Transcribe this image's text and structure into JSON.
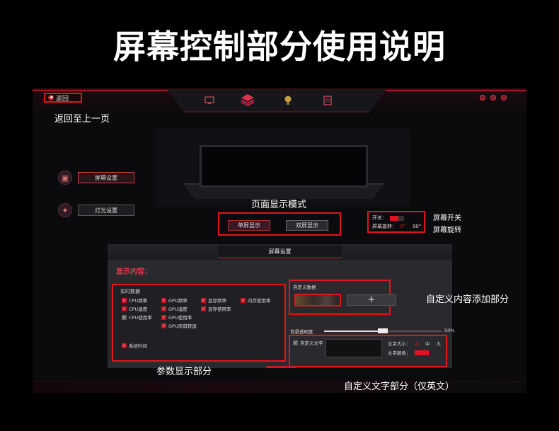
{
  "page": {
    "title": "屏幕控制部分使用说明"
  },
  "header": {
    "back_label": "返回",
    "nav_icons": [
      {
        "icon": "monitor-icon",
        "color": "#b04050"
      },
      {
        "icon": "layers-icon",
        "color": "#e03050",
        "active": true
      },
      {
        "icon": "bulb-icon",
        "color": "#c0a040"
      },
      {
        "icon": "tools-icon",
        "color": "#b04050"
      }
    ]
  },
  "captions": {
    "back": "返回至上一页",
    "display_mode": "页面显示模式",
    "screen_switch": "屏幕开关",
    "screen_rotate": "屏幕旋转",
    "custom_content": "自定义内容添加部分",
    "params": "参数显示部分",
    "custom_text": "自定义文字部分（仅英文）"
  },
  "sidebar": {
    "items": [
      {
        "label": "屏幕设置",
        "icon": "screen-settings-icon",
        "active": true
      },
      {
        "label": "灯光设置",
        "icon": "light-settings-icon",
        "active": false
      }
    ]
  },
  "display_mode": {
    "buttons": [
      {
        "label": "单屏显示",
        "active": true
      },
      {
        "label": "双屏显示",
        "active": false
      }
    ]
  },
  "screen_switch": {
    "power_label": "开关：",
    "rotate_label": "屏幕旋转：",
    "rotate_options": [
      "0°",
      "90°"
    ],
    "rotate_selected": "0°"
  },
  "settings_panel": {
    "title": "屏幕设置",
    "section_title": "显示内容：",
    "realtime_heading": "实时数据",
    "checkboxes": [
      {
        "label": "CPU频率",
        "checked": true
      },
      {
        "label": "GPU频率",
        "checked": true
      },
      {
        "label": "显存频率",
        "checked": true
      },
      {
        "label": "内存使用率",
        "checked": true
      },
      {
        "label": "CPU温度",
        "checked": true
      },
      {
        "label": "GPU温度",
        "checked": true
      },
      {
        "label": "显存使用率",
        "checked": true
      },
      {
        "label": "CPU使用率",
        "checked": true,
        "disabled": true
      },
      {
        "label": "GPU使用率",
        "checked": true
      },
      {
        "label": "GPU风扇转速",
        "checked": true
      }
    ],
    "system_time": {
      "label": "系统时间",
      "checked": true
    },
    "custom_data_heading": "自定义数据",
    "add_label": "+",
    "opacity_label": "背景透明度",
    "opacity_value": "50%",
    "opacity_fraction": 0.5,
    "custom_text": {
      "checkbox_label": "自定义文字",
      "checked": true,
      "size_label": "文字大小：",
      "sizes": [
        "小",
        "中",
        "大"
      ],
      "size_selected": "小",
      "color_label": "文字颜色：",
      "color": "#e0141e"
    }
  },
  "colors": {
    "accent": "#e0141e",
    "brand": "#c41a2a"
  }
}
